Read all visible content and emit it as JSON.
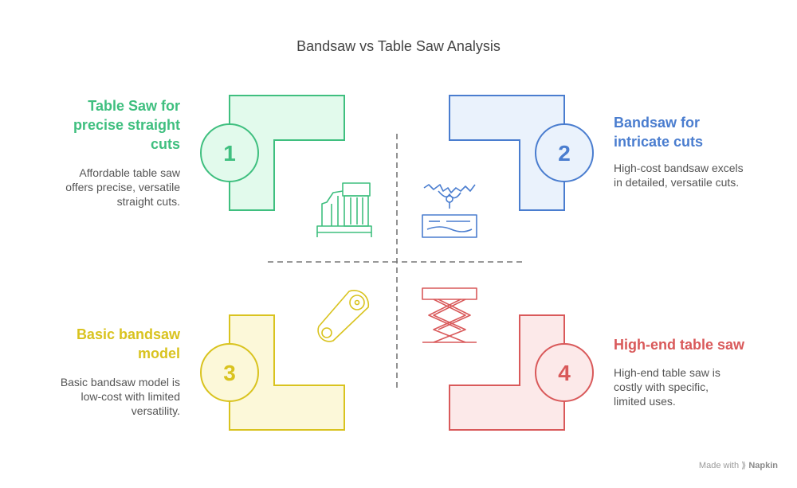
{
  "title": "Bandsaw vs Table Saw Analysis",
  "colors": {
    "green": "#3FBF7F",
    "green_fill": "#E2FAEC",
    "blue": "#4A7DCF",
    "blue_fill": "#EAF2FC",
    "yellow": "#D9C31F",
    "yellow_fill": "#FCF8D9",
    "red": "#D9595A",
    "red_fill": "#FCE9E9",
    "divider": "#777777"
  },
  "quadrants": [
    {
      "number": "1",
      "title_lines": [
        "Table Saw for",
        "precise straight",
        "cuts"
      ],
      "desc_lines": [
        "Affordable table saw",
        "offers precise, versatile",
        "straight cuts."
      ],
      "icon": "table-saw-icon",
      "color": "green"
    },
    {
      "number": "2",
      "title_lines": [
        "Bandsaw for",
        "intricate cuts"
      ],
      "desc_lines": [
        "High-cost bandsaw excels",
        "in detailed, versatile cuts."
      ],
      "icon": "bandsaw-blade-wood-icon",
      "color": "blue"
    },
    {
      "number": "3",
      "title_lines": [
        "Basic bandsaw",
        "model"
      ],
      "desc_lines": [
        "Basic bandsaw model is",
        "low-cost with limited",
        "versatility."
      ],
      "icon": "belt-pulley-icon",
      "color": "yellow"
    },
    {
      "number": "4",
      "title_lines": [
        "High-end table saw"
      ],
      "desc_lines": [
        "High-end table saw is",
        "costly with specific,",
        "limited uses."
      ],
      "icon": "scissor-lift-icon",
      "color": "red"
    }
  ],
  "footer": {
    "made_with": "Made with",
    "brand": "Napkin"
  }
}
